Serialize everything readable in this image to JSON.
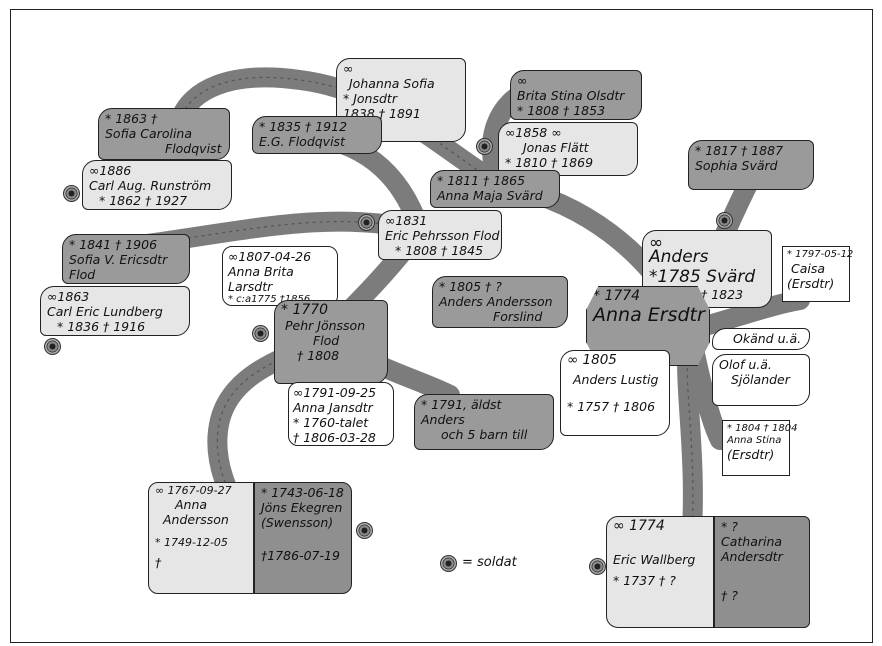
{
  "legend": {
    "text": "= soldat"
  },
  "cards": {
    "johanna": [
      "∞",
      "Johanna Sofia",
      "* Jonsdtr",
      "1838 † 1891"
    ],
    "brita": [
      "∞",
      "Brita Stina Olsdtr",
      "* 1808 † 1853"
    ],
    "jonas": [
      "∞1858 ∞",
      "Jonas Flätt",
      "* 1810 † 1869"
    ],
    "sofia_c": [
      "* 1863 †",
      "Sofia Carolina",
      "Flodqvist"
    ],
    "eg": [
      "* 1835 † 1912",
      "E.G. Flodqvist"
    ],
    "carl_aug": [
      "∞1886",
      "Carl Aug. Runström",
      "* 1862 † 1927"
    ],
    "sophia": [
      "* 1817 † 1887",
      "Sophia Svärd"
    ],
    "anna_maja": [
      "* 1811 † 1865",
      "Anna Maja Svärd"
    ],
    "eric_p": [
      "∞1831",
      "Eric Pehrsson Flod",
      "* 1808 † 1845"
    ],
    "anders_s": [
      "∞",
      "Anders",
      "*1785 Svärd",
      "† 1823"
    ],
    "caisa": [
      "* 1797-05-12",
      "Caisa",
      "(Ersdtr)"
    ],
    "sofia_v": [
      "* 1841 † 1906",
      "Sofia V. Ericsdtr",
      "Flod"
    ],
    "anna_brita": [
      "∞1807-04-26",
      "Anna Brita",
      "Larsdtr",
      "* c:a1775 †1856"
    ],
    "carl_eric": [
      "∞1863",
      "Carl Eric Lundberg",
      "* 1836 † 1916"
    ],
    "anders_a": [
      "* 1805 † ?",
      "Anders Andersson",
      "Forslind"
    ],
    "anna_e": [
      "* 1774",
      "Anna Ersdtr"
    ],
    "okand": [
      "Okänd u.ä."
    ],
    "olof": [
      "Olof u.ä.",
      "Sjölander"
    ],
    "pehr": [
      "* 1770",
      "Pehr Jönsson",
      "Flod",
      "† 1808"
    ],
    "anna_j": [
      "∞1791-09-25",
      "Anna Jansdtr",
      "* 1760-talet",
      "† 1806-03-28"
    ],
    "aldst": [
      "* 1791, äldst",
      "Anders",
      "och 5 barn till"
    ],
    "lustig": [
      "∞ 1805",
      "Anders Lustig",
      "* 1757 † 1806"
    ],
    "anna_stina": [
      "* 1804 † 1804",
      "Anna Stina",
      "(Ersdtr)"
    ],
    "anna_and": [
      "∞ 1767-09-27",
      "Anna",
      "Andersson",
      "* 1749-12-05",
      "†"
    ],
    "jons": [
      "* 1743-06-18",
      "Jöns Ekegren",
      "(Swensson)",
      "†1786-07-19"
    ],
    "eric_w": [
      "∞ 1774",
      "Eric Wallberg",
      "* 1737 † ?"
    ],
    "catharina": [
      "* ?",
      "Catharina",
      "Andersdtr",
      "† ?"
    ]
  },
  "colors": {
    "dark": "#9a9a9a",
    "light": "#e6e6e6",
    "branch": "#6e6e6e"
  }
}
